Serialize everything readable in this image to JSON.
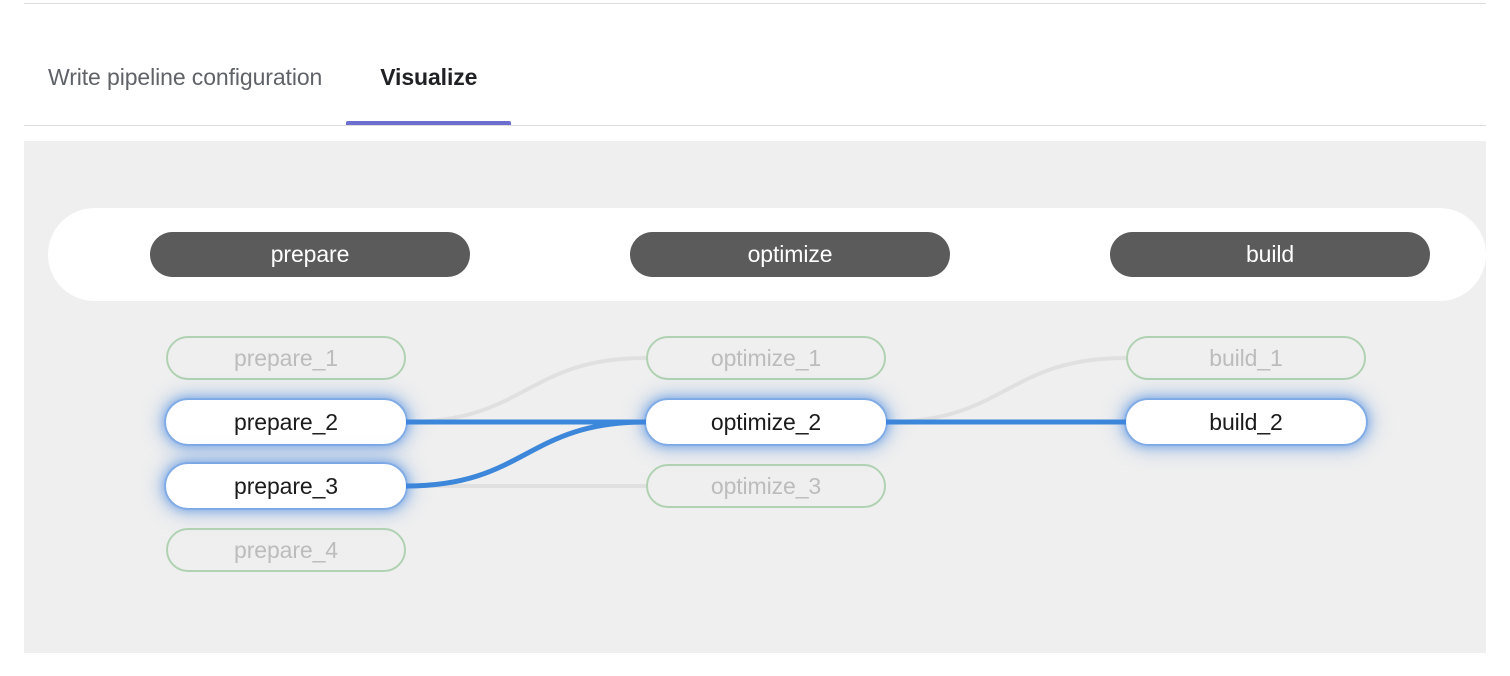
{
  "page": {
    "background": "#ffffff",
    "panel_background": "#efefef"
  },
  "tabs": {
    "items": [
      {
        "label": "Write pipeline configuration",
        "active": false
      },
      {
        "label": "Visualize",
        "active": true
      }
    ],
    "active_underline_color": "#6c6fcf",
    "active_label_color": "#202124",
    "inactive_label_color": "#5f6368"
  },
  "pipeline": {
    "stages": [
      {
        "name": "prepare",
        "label": "prepare"
      },
      {
        "name": "optimize",
        "label": "optimize"
      },
      {
        "name": "build",
        "label": "build"
      }
    ],
    "stage_pill_color": "#5b5b5b",
    "stage_pill_text_color": "#ffffff",
    "idle_node_border_color": "#b0d2b2",
    "idle_node_text_color": "#bcbcbc",
    "highlight_node_background": "#ffffff",
    "highlight_node_text_color": "#1b1b1b",
    "highlight_glow_color": "#4285e0",
    "active_edge_color": "#3d87da",
    "idle_edge_color": "#e0e0e0",
    "columns": [
      {
        "stage": "prepare",
        "jobs": [
          {
            "label": "prepare_1",
            "state": "idle"
          },
          {
            "label": "prepare_2",
            "state": "highlight"
          },
          {
            "label": "prepare_3",
            "state": "highlight"
          },
          {
            "label": "prepare_4",
            "state": "idle"
          }
        ]
      },
      {
        "stage": "optimize",
        "jobs": [
          {
            "label": "optimize_1",
            "state": "idle"
          },
          {
            "label": "optimize_2",
            "state": "highlight"
          },
          {
            "label": "optimize_3",
            "state": "idle"
          }
        ]
      },
      {
        "stage": "build",
        "jobs": [
          {
            "label": "build_1",
            "state": "idle"
          },
          {
            "label": "build_2",
            "state": "highlight"
          }
        ]
      }
    ],
    "edges": [
      {
        "from": "prepare_2",
        "to": "optimize_1",
        "state": "idle"
      },
      {
        "from": "prepare_2",
        "to": "optimize_2",
        "state": "active"
      },
      {
        "from": "prepare_3",
        "to": "optimize_2",
        "state": "active"
      },
      {
        "from": "prepare_3",
        "to": "optimize_3",
        "state": "idle"
      },
      {
        "from": "optimize_2",
        "to": "build_1",
        "state": "idle"
      },
      {
        "from": "optimize_2",
        "to": "build_2",
        "state": "active"
      }
    ]
  }
}
